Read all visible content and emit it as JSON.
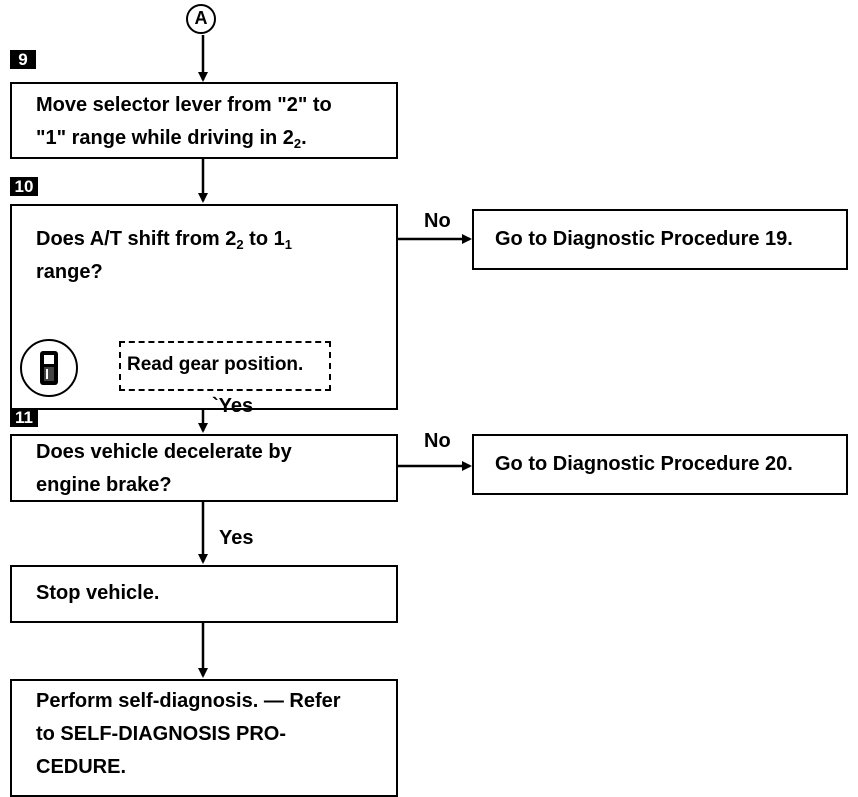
{
  "connector": {
    "label": "A"
  },
  "steps": {
    "s9": "9",
    "s10": "10",
    "s11": "11"
  },
  "boxes": {
    "move_selector": {
      "line1": "Move selector lever from \"2\" to",
      "line2_pre": "\"1\" range while driving in 2",
      "line2_sub": "2",
      "line2_post": "."
    },
    "shift_question": {
      "line1_pre": "Does A/T shift from 2",
      "line1_sub1": "2",
      "line1_mid": " to 1",
      "line1_sub2": "1",
      "line2": "range?",
      "tool_note": "Read gear position."
    },
    "decelerate_question": {
      "line1": "Does vehicle decelerate by",
      "line2": "engine brake?"
    },
    "stop_vehicle": {
      "text": "Stop vehicle."
    },
    "self_diagnosis": {
      "line1": "Perform self-diagnosis. — Refer",
      "line2": "to SELF-DIAGNOSIS PRO-",
      "line3": "CEDURE."
    },
    "goto_19": {
      "text": "Go to Diagnostic Procedure 19."
    },
    "goto_20": {
      "text": "Go to Diagnostic Procedure 20."
    }
  },
  "labels": {
    "no_1": "No",
    "no_2": "No",
    "yes_1": "`Yes",
    "yes_2": "Yes"
  },
  "icons": {
    "tool_icon": "consult-tester-icon"
  }
}
